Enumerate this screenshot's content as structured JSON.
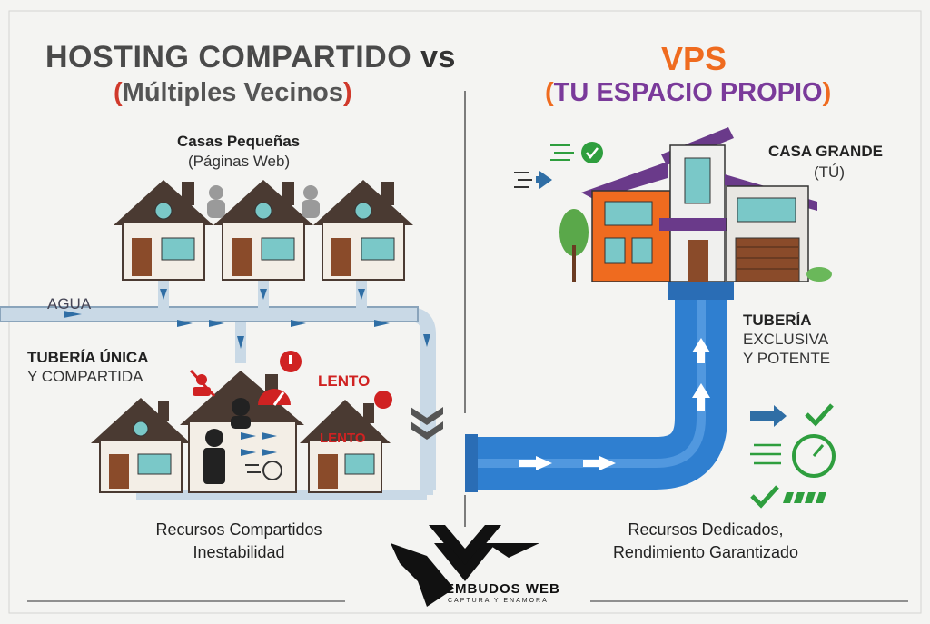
{
  "left_panel": {
    "title": "HOSTING COMPARTIDO",
    "vs": "vs",
    "subtitle_open": "(",
    "subtitle_text": "Múltiples Vecinos",
    "subtitle_close": ")",
    "houses_label": "Casas Pequeñas",
    "houses_sub": "(Páginas Web)",
    "water_label": "AGUA",
    "pipe_label_line1": "TUBERÍA ÚNICA",
    "pipe_label_line2": "Y COMPARTIDA",
    "slow_label_1": "LENTO",
    "slow_label_2": "LENTO",
    "caption_line1": "Recursos Compartidos",
    "caption_line2": "Inestabilidad"
  },
  "right_panel": {
    "title": "VPS",
    "subtitle_open": "(",
    "subtitle_text": "TU ESPACIO PROPIO",
    "subtitle_close": ")",
    "house_label": "CASA GRANDE",
    "house_sub": "(TÚ)",
    "pipe_label_line1": "TUBERÍA",
    "pipe_label_line2": "EXCLUSIVA",
    "pipe_label_line3": "Y POTENTE",
    "caption_line1": "Recursos Dedicados,",
    "caption_line2": "Rendimiento Garantizado"
  },
  "logo": {
    "name": "EMBUDOS WEB",
    "tagline": "CAPTURA Y ENAMORA"
  },
  "colors": {
    "pipe_shared": "#c9d9e6",
    "pipe_vps": "#2f7fd0",
    "alert_red": "#d02222",
    "ok_green": "#2e9e3e",
    "house_orange": "#ef6b1f",
    "roof_purple": "#6a3a8a",
    "arrow_blue": "#2f6ea5"
  }
}
